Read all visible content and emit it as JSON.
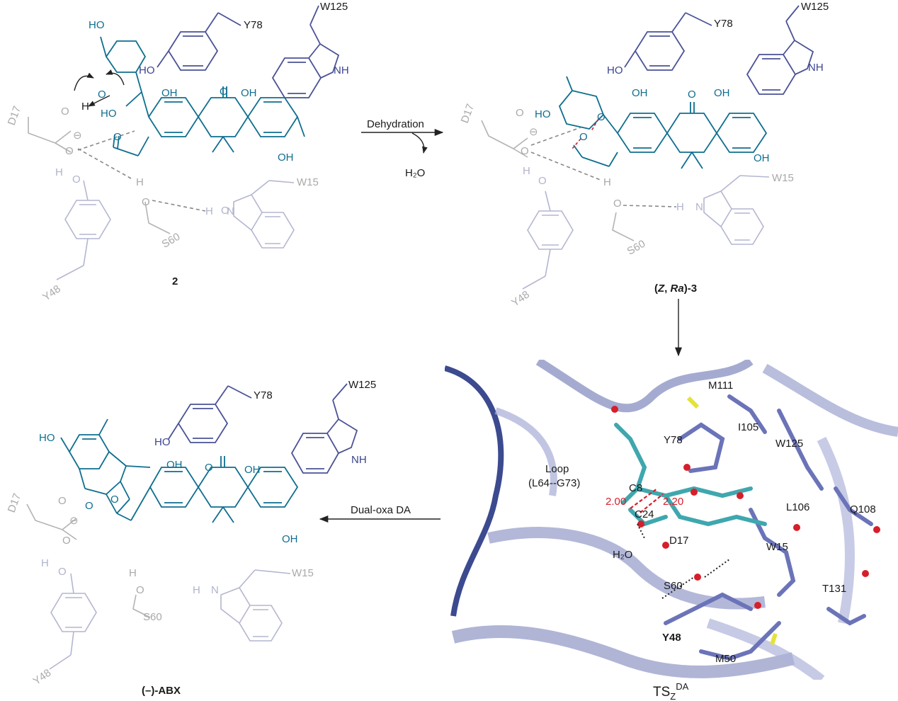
{
  "panels": {
    "p2": {
      "compound_label": "2",
      "residues": [
        "Y78",
        "W125",
        "D17",
        "W15",
        "S60",
        "Y48"
      ],
      "atoms": [
        "HO",
        "HO",
        "OH",
        "O",
        "OH",
        "OH",
        "O",
        "H",
        "O",
        "O",
        "HO",
        "O",
        "O",
        "H",
        "O",
        "H",
        "O",
        "H",
        "N",
        "NH"
      ],
      "charge": "⊖"
    },
    "p3": {
      "compound_label_prefix": "(",
      "compound_label_z": "Z",
      "compound_label_sep": ", ",
      "compound_label_ra": "Ra",
      "compound_label_suffix": ")-3",
      "residues": [
        "Y78",
        "W125",
        "D17",
        "W15",
        "S60",
        "Y48"
      ],
      "atoms": [
        "HO",
        "HO",
        "OH",
        "O",
        "OH",
        "OH",
        "O",
        "O",
        "O",
        "O",
        "H",
        "O",
        "H",
        "O",
        "H",
        "N",
        "NH"
      ],
      "charge": "⊖"
    },
    "pabx": {
      "compound_label": "(–)-ABX",
      "residues": [
        "Y78",
        "W125",
        "D17",
        "W15",
        "S60",
        "Y48"
      ],
      "atoms": [
        "HO",
        "HO",
        "OH",
        "O",
        "OH",
        "OH",
        "O",
        "O",
        "O",
        "O",
        "H",
        "O",
        "H",
        "O",
        "H",
        "N",
        "NH"
      ],
      "charge": "⊖"
    },
    "ts": {
      "label": "TS",
      "label_sub": "Z",
      "label_sup": "DA",
      "residues": [
        "M111",
        "I105",
        "Y78",
        "W125",
        "L106",
        "Q108",
        "D17",
        "W15",
        "S60",
        "T131",
        "Y48",
        "M50"
      ],
      "loop_label_line1": "Loop",
      "loop_label_line2": "(L64--G73)",
      "water_label": "H₂O",
      "atom_labels": [
        "C8",
        "C24"
      ],
      "distances": [
        "2.00",
        "2.20"
      ]
    }
  },
  "arrows": {
    "dehydration": {
      "label": "Dehydration",
      "byproduct": "H₂O"
    },
    "dual_oxa": {
      "label": "Dual-oxa DA"
    }
  },
  "colors": {
    "teal": "#0e6e8f",
    "navy": "#4a5296",
    "pale": "#b3b6d0",
    "grey": "#b3b3b3",
    "red": "#d61f2a",
    "ribbon": "#8f96c4",
    "ribbon_dark": "#3c4a8f",
    "carbon_cyan": "#3fa7ae",
    "sulfur": "#e3e33a"
  }
}
